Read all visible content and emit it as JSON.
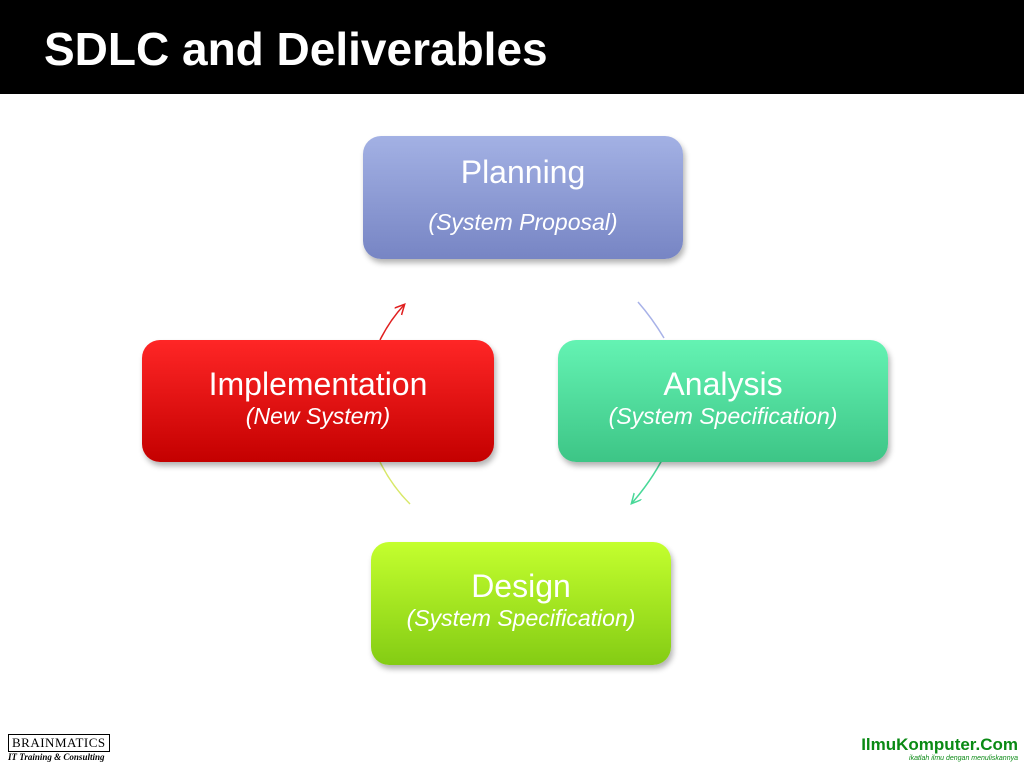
{
  "slide": {
    "title": "SDLC and Deliverables"
  },
  "diagram": {
    "nodes": [
      {
        "id": "planning",
        "title": "Planning",
        "subtitle": "(System Proposal)",
        "color": "#8d9bd6"
      },
      {
        "id": "analysis",
        "title": "Analysis",
        "subtitle": "(System Specification)",
        "color": "#4fdc9c"
      },
      {
        "id": "design",
        "title": "Design",
        "subtitle": "(System Specification)",
        "color": "#a6e820"
      },
      {
        "id": "implementation",
        "title": "Implementation",
        "subtitle": "(New System)",
        "color": "#e00000"
      }
    ],
    "edges": [
      {
        "from": "planning",
        "to": "analysis"
      },
      {
        "from": "analysis",
        "to": "design"
      },
      {
        "from": "design",
        "to": "implementation"
      },
      {
        "from": "implementation",
        "to": "planning"
      }
    ]
  },
  "footer": {
    "left_logo_brand": "BRAINMATICS",
    "left_logo_tagline": "IT Training & Consulting",
    "right_logo_name": "IlmuKomputer.Com",
    "right_logo_tagline": "ikatlah ilmu dengan menuliskannya"
  }
}
